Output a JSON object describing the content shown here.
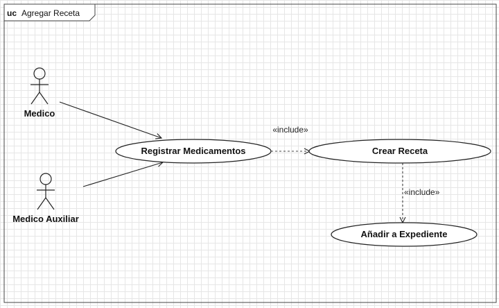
{
  "frame": {
    "keyword": "uc",
    "name": "Agregar Receta"
  },
  "actors": [
    {
      "id": "medico",
      "label": "Medico"
    },
    {
      "id": "medico_auxiliar",
      "label": "Medico Auxiliar"
    }
  ],
  "use_cases": [
    {
      "id": "registrar",
      "label": "Registrar Medicamentos"
    },
    {
      "id": "crear",
      "label": "Crear Receta"
    },
    {
      "id": "anadir",
      "label": "Añadir a Expediente"
    }
  ],
  "associations": [
    {
      "from": "medico",
      "to": "registrar"
    },
    {
      "from": "medico_auxiliar",
      "to": "registrar"
    }
  ],
  "dependencies": [
    {
      "from": "registrar",
      "to": "crear",
      "stereotype": "«include»"
    },
    {
      "from": "crear",
      "to": "anadir",
      "stereotype": "«include»"
    }
  ]
}
